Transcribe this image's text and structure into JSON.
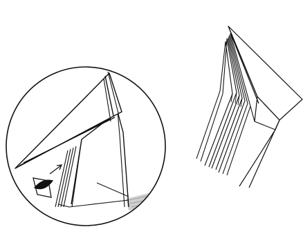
{
  "diagram": {
    "panels": [
      {
        "id": "detail-circle",
        "icon": "magnified-fold-detail"
      },
      {
        "id": "folded-model",
        "icon": "pleated-paper-model"
      }
    ],
    "annotations": [
      {
        "id": "fold-direction",
        "icon": "fold-arrow-icon"
      }
    ],
    "colors": {
      "line": "#111111",
      "background": "#ffffff",
      "shade": "#888888"
    }
  }
}
